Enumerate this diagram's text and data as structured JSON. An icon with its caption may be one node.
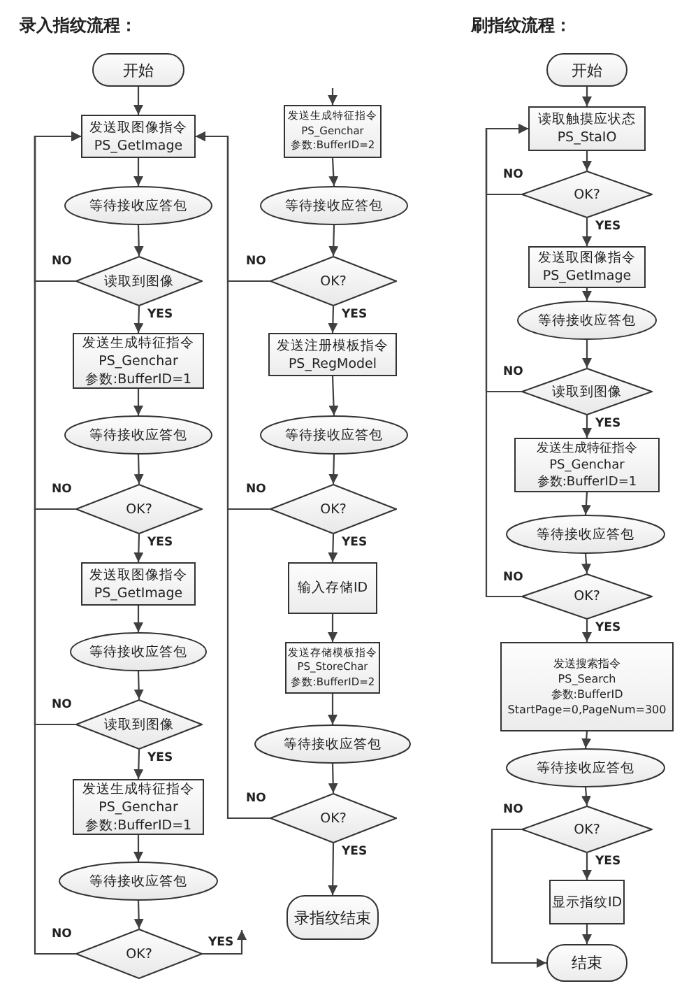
{
  "diagram": {
    "nodes": [
      {
        "text": [
          "开始"
        ]
      },
      {
        "text": [
          "发送取图像指令",
          "PS_GetImage"
        ]
      },
      {
        "text": [
          "等待接收应答包"
        ]
      },
      {
        "text": [
          "读取到图像"
        ]
      },
      {
        "text": [
          "发送生成特征指令",
          "PS_Genchar",
          "参数:BufferID=1"
        ]
      },
      {
        "text": [
          "等待接收应答包"
        ]
      },
      {
        "text": [
          "OK?"
        ]
      },
      {
        "text": [
          "发送取图像指令",
          "PS_GetImage"
        ]
      },
      {
        "text": [
          "等待接收应答包"
        ]
      },
      {
        "text": [
          "读取到图像"
        ]
      },
      {
        "text": [
          "发送生成特征指令",
          "PS_Genchar",
          "参数:BufferID=1"
        ]
      },
      {
        "text": [
          "等待接收应答包"
        ]
      },
      {
        "text": [
          "OK?"
        ]
      },
      {
        "text": [
          "发送生成特征指令",
          "PS_Genchar",
          "参数:BufferID=2"
        ]
      },
      {
        "text": [
          "等待接收应答包"
        ]
      },
      {
        "text": [
          "OK?"
        ]
      },
      {
        "text": [
          "发送注册模板指令",
          "PS_RegModel"
        ]
      },
      {
        "text": [
          "等待接收应答包"
        ]
      },
      {
        "text": [
          "OK?"
        ]
      },
      {
        "text": [
          "输入存储ID"
        ]
      },
      {
        "text": [
          "发送存储模板指令",
          "PS_StoreChar",
          "参数:BufferID=2"
        ]
      },
      {
        "text": [
          "等待接收应答包"
        ]
      },
      {
        "text": [
          "OK?"
        ]
      },
      {
        "text": [
          "录指纹结束"
        ]
      },
      {
        "text": [
          "开始"
        ]
      },
      {
        "text": [
          "读取触摸应状态",
          "PS_StaIO"
        ]
      },
      {
        "text": [
          "OK?"
        ]
      },
      {
        "text": [
          "发送取图像指令",
          "PS_GetImage"
        ]
      },
      {
        "text": [
          "等待接收应答包"
        ]
      },
      {
        "text": [
          "读取到图像"
        ]
      },
      {
        "text": [
          "发送生成特征指令",
          "PS_Genchar",
          "参数:BufferID=1"
        ]
      },
      {
        "text": [
          "等待接收应答包"
        ]
      },
      {
        "text": [
          "OK?"
        ]
      },
      {
        "text": [
          "发送搜索指令",
          "PS_Search",
          "参数:BufferID",
          "StartPage=0,PageNum=300"
        ]
      },
      {
        "text": [
          "等待接收应答包"
        ]
      },
      {
        "text": [
          "OK?"
        ]
      },
      {
        "text": [
          "显示指纹ID"
        ]
      },
      {
        "text": [
          "结束"
        ]
      }
    ],
    "edges": [
      {
        "from": 0,
        "to": 1,
        "arrow": "to"
      },
      {
        "from": 1,
        "to": 2,
        "arrow": "to"
      },
      {
        "from": 2,
        "to": 3,
        "arrow": "to"
      },
      {
        "from": 3,
        "to": 4,
        "arrow": "to",
        "label": "YES"
      },
      {
        "from": 3,
        "to": 1,
        "arrow": "to",
        "label": "NO"
      },
      {
        "from": 4,
        "to": 5,
        "arrow": "to"
      },
      {
        "from": 5,
        "to": 6,
        "arrow": "to"
      },
      {
        "from": 6,
        "to": 7,
        "arrow": "to",
        "label": "YES"
      },
      {
        "from": 6,
        "to": 1,
        "arrow": "to",
        "label": "NO"
      },
      {
        "from": 7,
        "to": 8,
        "arrow": "to"
      },
      {
        "from": 8,
        "to": 9,
        "arrow": "to"
      },
      {
        "from": 9,
        "to": 10,
        "arrow": "to",
        "label": "YES"
      },
      {
        "from": 9,
        "to": 1,
        "arrow": "to",
        "label": "NO"
      },
      {
        "from": 10,
        "to": 11,
        "arrow": "to"
      },
      {
        "from": 11,
        "to": 12,
        "arrow": "to"
      },
      {
        "from": 12,
        "to": 1,
        "arrow": "to",
        "label": "NO"
      },
      {
        "from": 12,
        "to": null,
        "arrow": "to",
        "label": "YES"
      },
      {
        "from": null,
        "to": 13,
        "arrow": "to"
      },
      {
        "from": 13,
        "to": 14,
        "arrow": "to"
      },
      {
        "from": 14,
        "to": 15,
        "arrow": "to"
      },
      {
        "from": 15,
        "to": 16,
        "arrow": "to",
        "label": "YES"
      },
      {
        "from": 15,
        "to": 1,
        "arrow": "to",
        "label": "NO"
      },
      {
        "from": 16,
        "to": 17,
        "arrow": "to"
      },
      {
        "from": 17,
        "to": 18,
        "arrow": "to"
      },
      {
        "from": 18,
        "to": 19,
        "arrow": "to",
        "label": "YES"
      },
      {
        "from": 18,
        "to": 1,
        "arrow": "to",
        "label": "NO"
      },
      {
        "from": 19,
        "to": 20,
        "arrow": "to"
      },
      {
        "from": 20,
        "to": 21,
        "arrow": "to"
      },
      {
        "from": 21,
        "to": 22,
        "arrow": "to"
      },
      {
        "from": 22,
        "to": 23,
        "arrow": "to",
        "label": "YES"
      },
      {
        "from": 22,
        "to": 1,
        "arrow": "to",
        "label": "NO"
      },
      {
        "from": 24,
        "to": 25,
        "arrow": "to"
      },
      {
        "from": 25,
        "to": 26,
        "arrow": "to"
      },
      {
        "from": 26,
        "to": 27,
        "arrow": "to",
        "label": "YES"
      },
      {
        "from": 26,
        "to": 25,
        "arrow": "to",
        "label": "NO"
      },
      {
        "from": 27,
        "to": 28,
        "arrow": "to"
      },
      {
        "from": 28,
        "to": 29,
        "arrow": "to"
      },
      {
        "from": 29,
        "to": 30,
        "arrow": "to",
        "label": "YES"
      },
      {
        "from": 29,
        "to": 25,
        "arrow": "to",
        "label": "NO"
      },
      {
        "from": 30,
        "to": 31,
        "arrow": "to"
      },
      {
        "from": 31,
        "to": 32,
        "arrow": "to"
      },
      {
        "from": 32,
        "to": 33,
        "arrow": "to",
        "label": "YES"
      },
      {
        "from": 32,
        "to": 25,
        "arrow": "to",
        "label": "NO"
      },
      {
        "from": 33,
        "to": 34,
        "arrow": "to"
      },
      {
        "from": 34,
        "to": 35,
        "arrow": "to"
      },
      {
        "from": 35,
        "to": 36,
        "arrow": "to",
        "label": "YES"
      },
      {
        "from": 35,
        "to": 37,
        "arrow": "to",
        "label": "NO"
      },
      {
        "from": 36,
        "to": 37,
        "arrow": "to"
      }
    ],
    "labels": [
      "录入指纹流程：",
      "刷指纹流程："
    ]
  }
}
